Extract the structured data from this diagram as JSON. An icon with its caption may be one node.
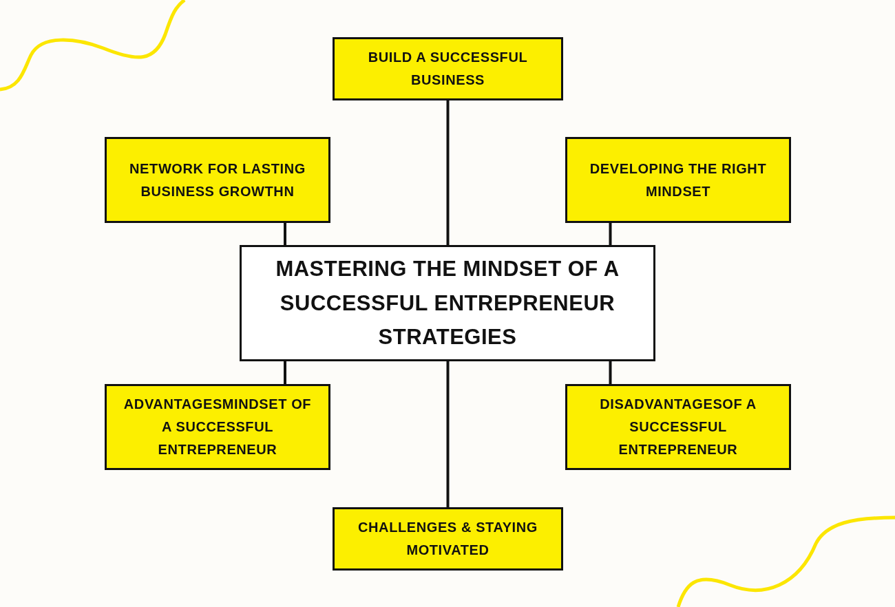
{
  "diagram": {
    "nodes": [
      {
        "text": [
          "BUILD A SUCCESSFUL BUSINESS"
        ]
      },
      {
        "text": [
          "NETWORK FOR LASTING BUSINESS GROWTHN"
        ]
      },
      {
        "text": [
          "DEVELOPING THE RIGHT MINDSET"
        ]
      },
      {
        "text": [
          "MASTERING THE MINDSET OF A SUCCESSFUL ENTREPRENEUR STRATEGIES"
        ]
      },
      {
        "text": [
          "ADVANTAGESMINDSET OF A SUCCESSFUL ENTREPRENEUR"
        ]
      },
      {
        "text": [
          "DISADVANTAGESOF A SUCCESSFUL ENTREPRENEUR"
        ]
      },
      {
        "text": [
          "CHALLENGES & STAYING MOTIVATED"
        ]
      }
    ],
    "edges": [
      {
        "from": 3,
        "to": 0,
        "arrow": "none"
      },
      {
        "from": 3,
        "to": 1,
        "arrow": "none"
      },
      {
        "from": 3,
        "to": 2,
        "arrow": "none"
      },
      {
        "from": 3,
        "to": 4,
        "arrow": "none"
      },
      {
        "from": 3,
        "to": 5,
        "arrow": "none"
      },
      {
        "from": 3,
        "to": 6,
        "arrow": "none"
      }
    ]
  }
}
